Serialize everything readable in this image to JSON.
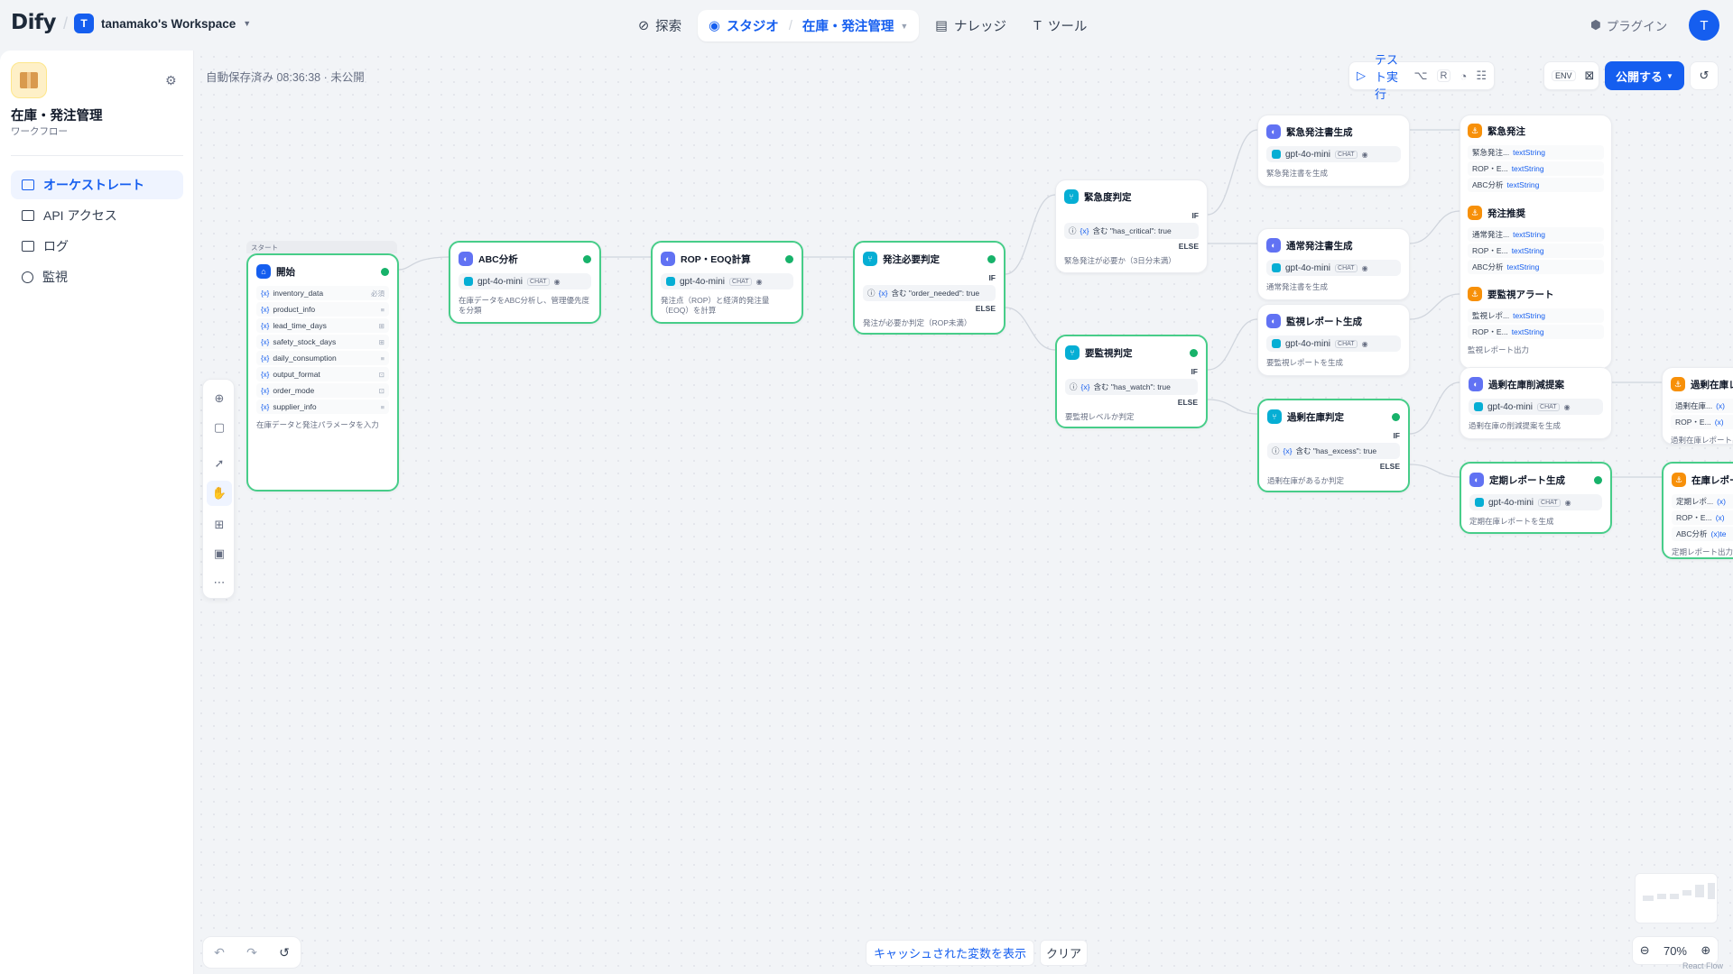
{
  "header": {
    "logo": "Dify",
    "workspace_initial": "T",
    "workspace_name": "tanamako's Workspace",
    "nav": {
      "explore": "探索",
      "studio": "スタジオ",
      "current_app": "在庫・発注管理",
      "knowledge": "ナレッジ",
      "tools": "ツール"
    },
    "plugin": "プラグイン",
    "user_initial": "T"
  },
  "sidebar": {
    "app_name": "在庫・発注管理",
    "app_type": "ワークフロー",
    "menu": [
      "オーケストレート",
      "API アクセス",
      "ログ",
      "監視"
    ]
  },
  "canvas": {
    "autosave": "自動保存済み 08:36:38 · 未公開",
    "test_run": "テスト実行",
    "test_shortcut_1": "⌥",
    "test_shortcut_2": "R",
    "env": "ENV",
    "publish": "公開する",
    "cache_show": "キャッシュされた変数を表示",
    "cache_clear": "クリア",
    "zoom": "70%",
    "attribution": "React Flow"
  },
  "nodes": {
    "start": {
      "group": "スタート",
      "title": "開始",
      "vars": [
        "inventory_data",
        "product_info",
        "lead_time_days",
        "safety_stock_days",
        "daily_consumption",
        "output_format",
        "order_mode",
        "supplier_info"
      ],
      "required": "必須",
      "desc": "在庫データと発注パラメータを入力"
    },
    "abc": {
      "title": "ABC分析",
      "model": "gpt-4o-mini",
      "tag": "CHAT",
      "desc": "在庫データをABC分析し、管理優先度を分類"
    },
    "rop": {
      "title": "ROP・EOQ計算",
      "model": "gpt-4o-mini",
      "tag": "CHAT",
      "desc": "発注点（ROP）と経済的発注量（EOQ）を計算"
    },
    "need": {
      "title": "発注必要判定",
      "if": "IF",
      "else": "ELSE",
      "cond": "含む \"order_needed\": true",
      "desc": "発注が必要か判定（ROP未満）"
    },
    "urgency": {
      "title": "緊急度判定",
      "if": "IF",
      "else": "ELSE",
      "cond": "含む \"has_critical\": true",
      "desc": "緊急発注が必要か（3日分未満）"
    },
    "watch": {
      "title": "要監視判定",
      "if": "IF",
      "else": "ELSE",
      "cond": "含む \"has_watch\": true",
      "desc": "要監視レベルか判定"
    },
    "urgent_gen": {
      "title": "緊急発注書生成",
      "model": "gpt-4o-mini",
      "tag": "CHAT",
      "desc": "緊急発注書を生成"
    },
    "normal_gen": {
      "title": "通常発注書生成",
      "model": "gpt-4o-mini",
      "tag": "CHAT",
      "desc": "通常発注書を生成"
    },
    "monitor_gen": {
      "title": "監視レポート生成",
      "model": "gpt-4o-mini",
      "tag": "CHAT",
      "desc": "要監視レポートを生成"
    },
    "excess": {
      "title": "過剰在庫判定",
      "if": "IF",
      "else": "ELSE",
      "cond": "含む \"has_excess\": true",
      "desc": "過剰在庫があるか判定"
    },
    "urgent_out": {
      "title": "緊急発注",
      "rows": [
        [
          "緊急発注...",
          "textString"
        ],
        [
          "ROP・E...",
          "textString"
        ],
        [
          "ABC分析",
          "textString"
        ]
      ]
    },
    "recommend_out": {
      "title": "発注推奨",
      "rows": [
        [
          "通常発注...",
          "textString"
        ],
        [
          "ROP・E...",
          "textString"
        ],
        [
          "ABC分析",
          "textString"
        ]
      ]
    },
    "watch_alert": {
      "title": "要監視アラート",
      "rows": [
        [
          "監視レポ...",
          "textString"
        ],
        [
          "ROP・E...",
          "textString"
        ]
      ],
      "desc": "監視レポート出力"
    },
    "excess_gen": {
      "title": "過剰在庫削減提案",
      "model": "gpt-4o-mini",
      "tag": "CHAT",
      "desc": "過剰在庫の削減提案を生成"
    },
    "periodic_gen": {
      "title": "定期レポート生成",
      "model": "gpt-4o-mini",
      "tag": "CHAT",
      "desc": "定期在庫レポートを生成"
    },
    "excess_out": {
      "title": "過剰在庫レ",
      "rows": [
        [
          "過剰在庫...",
          "(x)"
        ],
        [
          "ROP・E...",
          "(x)"
        ]
      ],
      "desc": "過剰在庫レポート出"
    },
    "stock_out": {
      "title": "在庫レポー",
      "rows": [
        [
          "定期レポ...",
          "(x)"
        ],
        [
          "ROP・E...",
          "(x)"
        ],
        [
          "ABC分析",
          "(x)te"
        ]
      ],
      "desc": "定期レポート出力"
    }
  }
}
